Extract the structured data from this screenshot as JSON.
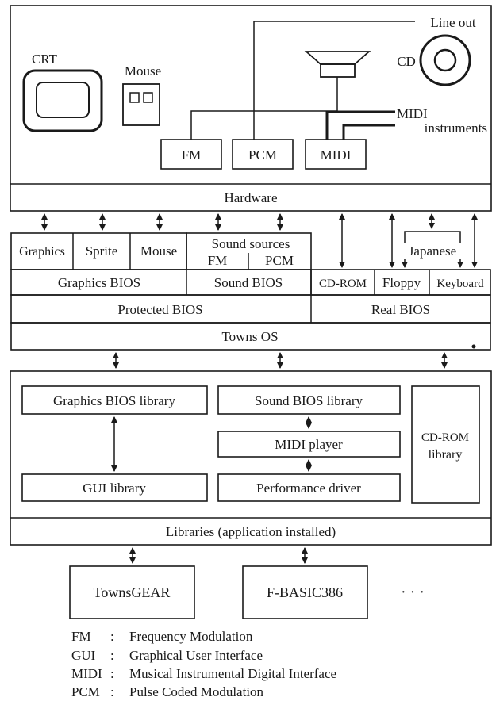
{
  "hardware": {
    "line_out": "Line out",
    "crt": "CRT",
    "mouse": "Mouse",
    "cd": "CD",
    "midi_instruments_1": "MIDI",
    "midi_instruments_2": "instruments",
    "fm": "FM",
    "pcm": "PCM",
    "midi": "MIDI",
    "band_label": "Hardware"
  },
  "bios": {
    "graphics": "Graphics",
    "sprite": "Sprite",
    "mouse": "Mouse",
    "sound_sources": "Sound sources",
    "fm": "FM",
    "pcm": "PCM",
    "japanese": "Japanese",
    "graphics_bios": "Graphics BIOS",
    "sound_bios": "Sound BIOS",
    "cd_rom": "CD-ROM",
    "floppy": "Floppy",
    "keyboard": "Keyboard",
    "protected_bios": "Protected BIOS",
    "real_bios": "Real BIOS",
    "towns_os": "Towns OS"
  },
  "libraries": {
    "graphics_bios_library": "Graphics BIOS library",
    "sound_bios_library": "Sound BIOS library",
    "midi_player": "MIDI player",
    "cd_rom_library_1": "CD-ROM",
    "cd_rom_library_2": "library",
    "gui_library": "GUI library",
    "performance_driver": "Performance driver",
    "band_label": "Libraries (application installed)"
  },
  "applications": {
    "towns_gear": "TownsGEAR",
    "f_basic": "F-BASIC386",
    "ellipsis": "· · ·"
  },
  "legend": [
    {
      "abbr": "FM",
      "text": "Frequency Modulation"
    },
    {
      "abbr": "GUI",
      "text": "Graphical User Interface"
    },
    {
      "abbr": "MIDI",
      "text": "Musical Instrumental Digital Interface"
    },
    {
      "abbr": "PCM",
      "text": "Pulse Coded Modulation"
    }
  ]
}
